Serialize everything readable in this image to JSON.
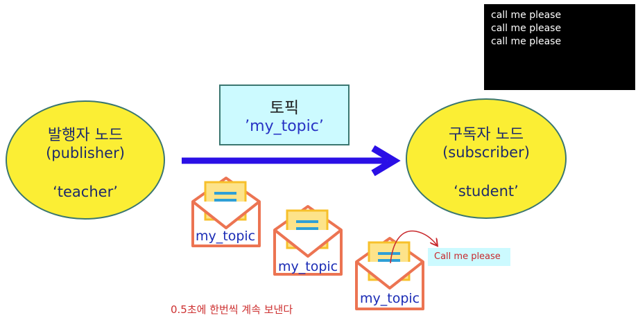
{
  "terminal": {
    "lines": [
      "call me please",
      "call me please",
      "call me please"
    ]
  },
  "publisher": {
    "title": "발행자 노드",
    "role": "(publisher)",
    "name": "‘teacher’"
  },
  "subscriber": {
    "title": "구독자 노드",
    "role": "(subscriber)",
    "name": "‘student’"
  },
  "topic": {
    "title": "토픽",
    "name": "’my_topic’"
  },
  "messages": {
    "label": "my_topic",
    "callout": "Call me please",
    "note": "0.5초에 한번씩 계속 보낸다"
  },
  "colors": {
    "node_fill": "#fbee34",
    "node_border": "#3a7670",
    "topic_fill": "#ccfaff",
    "arrow": "#2a0fe6",
    "envelope": "#ec7452",
    "letter": "#fde38a",
    "letter_border": "#f7c02b",
    "letter_lines": "#2e9fd6",
    "note_red": "#cd3030"
  }
}
